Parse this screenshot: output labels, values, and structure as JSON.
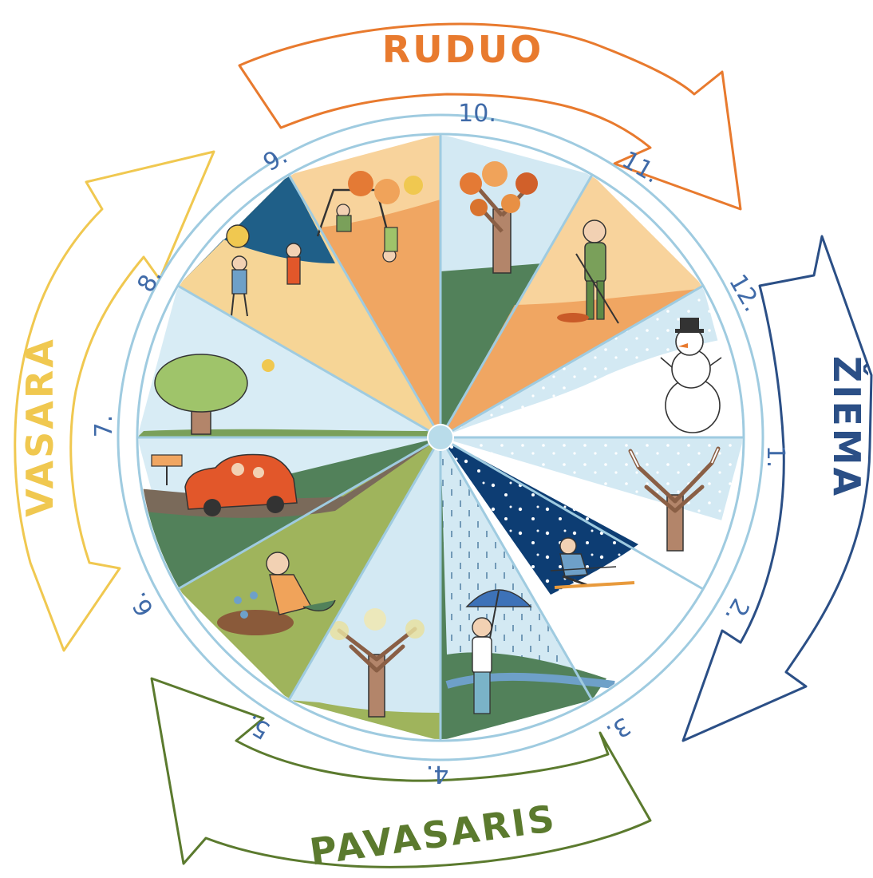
{
  "seasons": {
    "autumn": {
      "label": "RUDUO",
      "color": "#e87a2e"
    },
    "winter": {
      "label": "ŽIEMA",
      "color": "#2b4f86"
    },
    "spring": {
      "label": "PAVASARIS",
      "color": "#5b7a2e"
    },
    "summer": {
      "label": "VASARA",
      "color": "#f0c850"
    }
  },
  "months": {
    "m1": "1.",
    "m2": "2.",
    "m3": "3.",
    "m4": "4.",
    "m5": "5.",
    "m6": "6.",
    "m7": "7.",
    "m8": "8.",
    "m9": "9.",
    "m10": "10.",
    "m11": "11.",
    "m12": "12."
  },
  "colors": {
    "ring": "#9fcbe0",
    "month_number": "#3f6aa8",
    "autumn_fill": "#f0a662",
    "autumn_light": "#f8d39c",
    "winter_sky": "#d3e9f3",
    "winter_dark": "#0d3d73",
    "spring_green": "#9fb45c",
    "spring_dark": "#52815a",
    "summer_sand": "#f6d596",
    "summer_sky": "#d8ecf5"
  },
  "illustrations": [
    "snowman-illustration",
    "bare-tree-illustration",
    "skier-illustration",
    "umbrella-girl-illustration",
    "blossom-tree-illustration",
    "gardener-illustration",
    "car-family-illustration",
    "summer-tree-illustration",
    "beach-ball-illustration",
    "swing-kids-illustration",
    "autumn-tree-illustration",
    "raking-man-illustration"
  ]
}
